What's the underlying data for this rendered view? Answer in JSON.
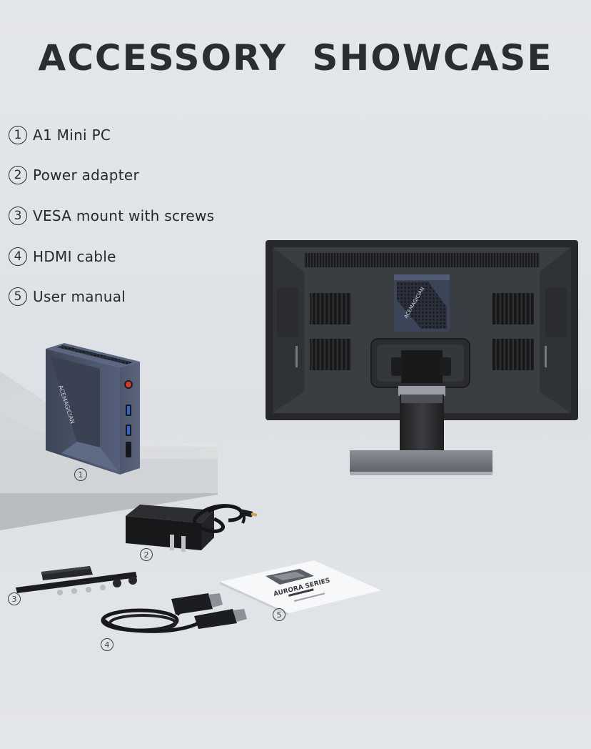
{
  "page": {
    "title": "ACCESSORY SHOWCASE"
  },
  "accessories": [
    {
      "num": "1",
      "label": "A1 Mini PC"
    },
    {
      "num": "2",
      "label": "Power adapter"
    },
    {
      "num": "3",
      "label": "VESA mount with screws"
    },
    {
      "num": "4",
      "label": "HDMI cable"
    },
    {
      "num": "5",
      "label": "User manual"
    }
  ],
  "callouts": {
    "c1": "1",
    "c2": "2",
    "c3": "3",
    "c4": "4",
    "c5": "5"
  },
  "manual": {
    "cover_text": "AURORA SERIES"
  },
  "colors": {
    "background": "#e2e5e9",
    "mini_pc_body": "#4a5268",
    "mini_pc_power_button": "#d9382f",
    "usb_port": "#2b66c9",
    "monitor": "#2e3033",
    "heading": "#2a2d31"
  }
}
